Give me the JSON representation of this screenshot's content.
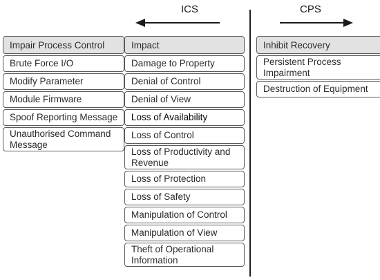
{
  "header": {
    "left_label": "ICS",
    "right_label": "CPS"
  },
  "columns": [
    {
      "title": "Impair Process Control",
      "items": [
        "Brute Force I/O",
        "Modify Parameter",
        "Module Firmware",
        "Spoof Reporting Message",
        "Unauthorised Command Message"
      ]
    },
    {
      "title": "Impact",
      "items": [
        "Damage to Property",
        "Denial of Control",
        "Denial of View",
        "Loss of Availability",
        "Loss of Control",
        "Loss of Productivity and Revenue",
        "Loss of Protection",
        "Loss of Safety",
        "Manipulation of Control",
        "Manipulation of View",
        "Theft of Operational Information"
      ]
    },
    {
      "title": "Inhibit Recovery",
      "items": [
        "Persistent Process Impairment",
        "Destruction of Equipment"
      ]
    }
  ],
  "colors": {
    "header_fill": "#e2e2e2",
    "border": "#5a5a5a",
    "divider": "#1f1f1f"
  }
}
